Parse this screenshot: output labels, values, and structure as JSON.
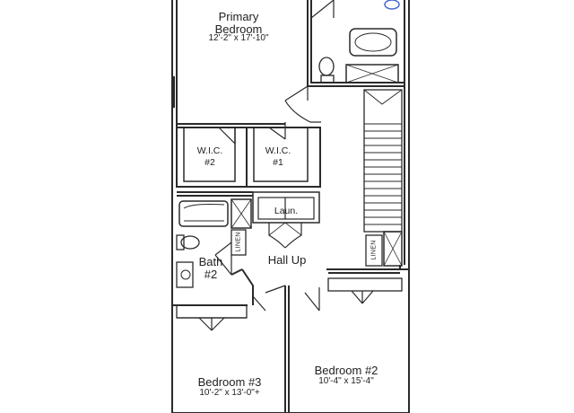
{
  "rooms": {
    "primary_bedroom": {
      "name_line1": "Primary",
      "name_line2": "Bedroom",
      "dimensions": "12'-2\" x 17'-10\""
    },
    "wic2": {
      "name_line1": "W.I.C.",
      "name_line2": "#2"
    },
    "wic1": {
      "name_line1": "W.I.C.",
      "name_line2": "#1"
    },
    "laundry": {
      "name": "Laun."
    },
    "bath2": {
      "name_line1": "Bath",
      "name_line2": "#2"
    },
    "hall": {
      "name": "Hall Up"
    },
    "bedroom3": {
      "name": "Bedroom #3",
      "dimensions": "10'-2\" x 13'-0\"+"
    },
    "bedroom2": {
      "name": "Bedroom #2",
      "dimensions": "10'-4\" x 15'-4\""
    }
  },
  "linen_closets": {
    "left_label": "LINEN",
    "right_label": "LINEN"
  },
  "colors": {
    "wall": "#2a2a2a",
    "background": "#ffffff",
    "fixture_accent": "#4a6ad0"
  }
}
